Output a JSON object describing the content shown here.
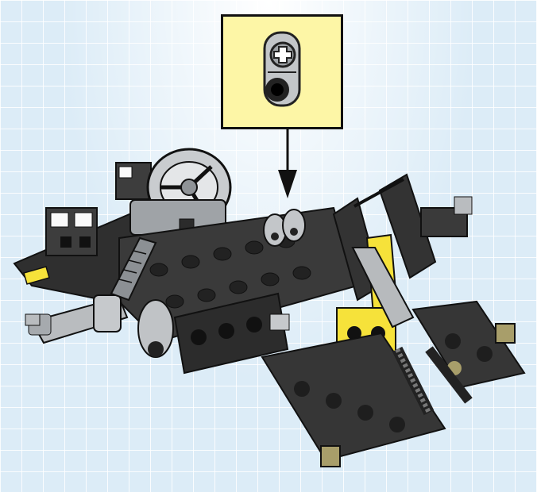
{
  "instruction": {
    "step_type": "building-instruction",
    "callout_part": "technic-axle-pin-connector",
    "arrow_direction": "down"
  },
  "colors": {
    "background": "#dcecf7",
    "grid": "#ffffff",
    "callout_fill": "#fdf6a6",
    "callout_border": "#111111",
    "dark_brick": "#3a3a3a",
    "light_gray": "#b9bcbf",
    "yellow_part": "#f6e23a"
  }
}
